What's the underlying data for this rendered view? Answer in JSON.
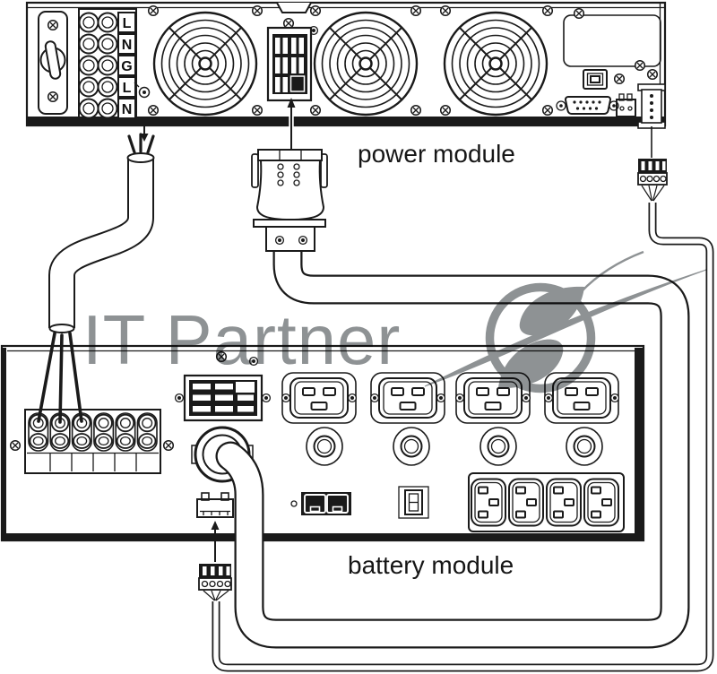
{
  "diagram": {
    "watermark_text": "IT Partner",
    "background_color": "#ffffff",
    "line_color": "#1a1a1a",
    "watermark_color": "#8e9294"
  },
  "power_module": {
    "label": "power module",
    "terminal_labels": [
      "L",
      "N",
      "G",
      "L",
      "N"
    ],
    "fan_count": 3,
    "components": [
      "input-terminal-block",
      "latch-handle",
      "battery-connector",
      "expansion-slot-plate",
      "usb-b-port",
      "db9-serial-port",
      "epo-connector",
      "signal-connector-4pin"
    ]
  },
  "battery_module": {
    "label": "battery module",
    "terminal_count": 6,
    "c19_outlet_count": 4,
    "breaker_count": 4,
    "c13_outlet_count": 4,
    "components": [
      "battery-terminal-block",
      "battery-connector",
      "cable-entry-ring",
      "signal-socket",
      "rj45-dual-port",
      "power-switch"
    ]
  },
  "cables": [
    "mains-wiring-cable",
    "battery-power-cable",
    "signal-cable"
  ]
}
